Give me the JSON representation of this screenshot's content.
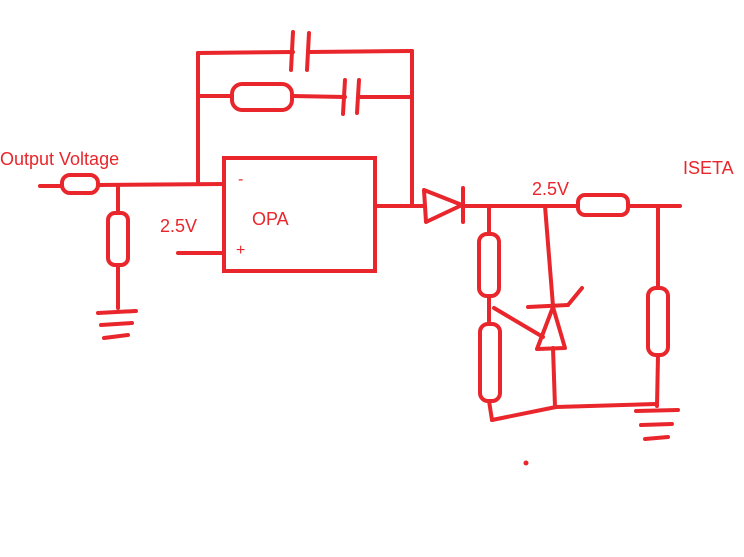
{
  "diagram": {
    "accent_color": "#e8262b",
    "labels": {
      "output_voltage": "Output Voltage",
      "ref_left": "2.5V",
      "opa": "OPA",
      "minus": "-",
      "plus": "+",
      "ref_right": "2.5V",
      "iseta": "ISETA"
    }
  }
}
